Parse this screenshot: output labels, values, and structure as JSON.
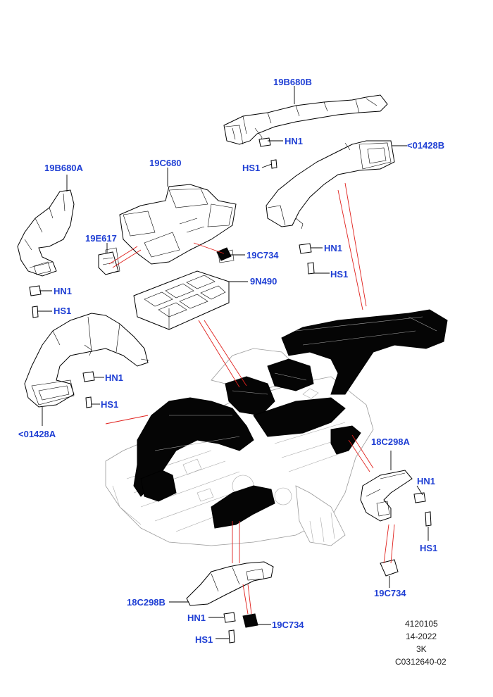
{
  "callouts": {
    "duct_top": "19B680B",
    "hn1_top": "HN1",
    "hs1_top": "HS1",
    "vent_top_right": "<01428B",
    "module_19c680": "19C680",
    "duct_left": "19B680A",
    "actuator_19e617": "19E617",
    "sensor_19c734_upper": "19C734",
    "hn1_right_upper": "HN1",
    "hs1_right_upper": "HS1",
    "filter_9n490": "9N490",
    "hn1_left_upper": "HN1",
    "hs1_left_upper": "HS1",
    "hn1_left_lower": "HN1",
    "hs1_left_lower": "HS1",
    "vent_left": "<01428A",
    "duct_18c298a": "18C298A",
    "hn1_right_lower": "HN1",
    "hs1_right_lower": "HS1",
    "sensor_19c734_right": "19C734",
    "duct_18c298b": "18C298B",
    "hn1_bottom": "HN1",
    "sensor_19c734_bottom": "19C734",
    "hs1_bottom": "HS1"
  },
  "footer": {
    "line1": "4120105",
    "line2": "14-2022",
    "line3": "3K",
    "line4": "C0312640-02"
  },
  "colors": {
    "label": "#1f3fd4",
    "leader_red": "#e0201c",
    "highlight": "#050505"
  }
}
